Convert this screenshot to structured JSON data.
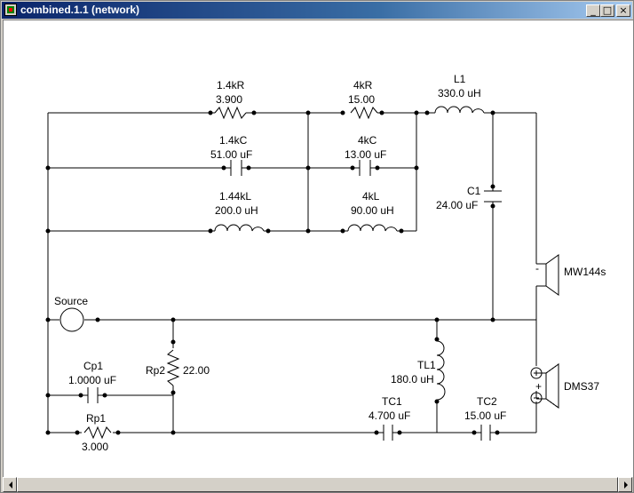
{
  "window": {
    "title": "combined.1.1 (network)",
    "icon": "app-icon",
    "controls": {
      "minimize": "_",
      "maximize": "□",
      "close": "×"
    }
  },
  "labels": {
    "r14k_name": "1.4kR",
    "r14k_val": "3.900",
    "r4k_name": "4kR",
    "r4k_val": "15.00",
    "l1_name": "L1",
    "l1_val": "330.0 uH",
    "c14k_name": "1.4kC",
    "c14k_val": "51.00 uF",
    "c4k_name": "4kC",
    "c4k_val": "13.00 uF",
    "c1_name": "C1",
    "c1_val": "24.00 uF",
    "l144k_name": "1.44kL",
    "l144k_val": "200.0 uH",
    "l4k_name": "4kL",
    "l4k_val": "90.00 uH",
    "mw144s": "MW144s",
    "source": "Source",
    "cp1_name": "Cp1",
    "cp1_val": "1.0000 uF",
    "rp2_name": "Rp2",
    "rp2_val": "22.00",
    "tl1_name": "TL1",
    "tl1_val": "180.0 uH",
    "dms37": "DMS37",
    "tc1_name": "TC1",
    "tc1_val": "4.700 uF",
    "tc2_name": "TC2",
    "tc2_val": "15.00 uF",
    "rp1_name": "Rp1",
    "rp1_val": "3.000"
  },
  "speaker_polarity": {
    "mw144s_minus": "-",
    "dms37_plus": "+"
  }
}
